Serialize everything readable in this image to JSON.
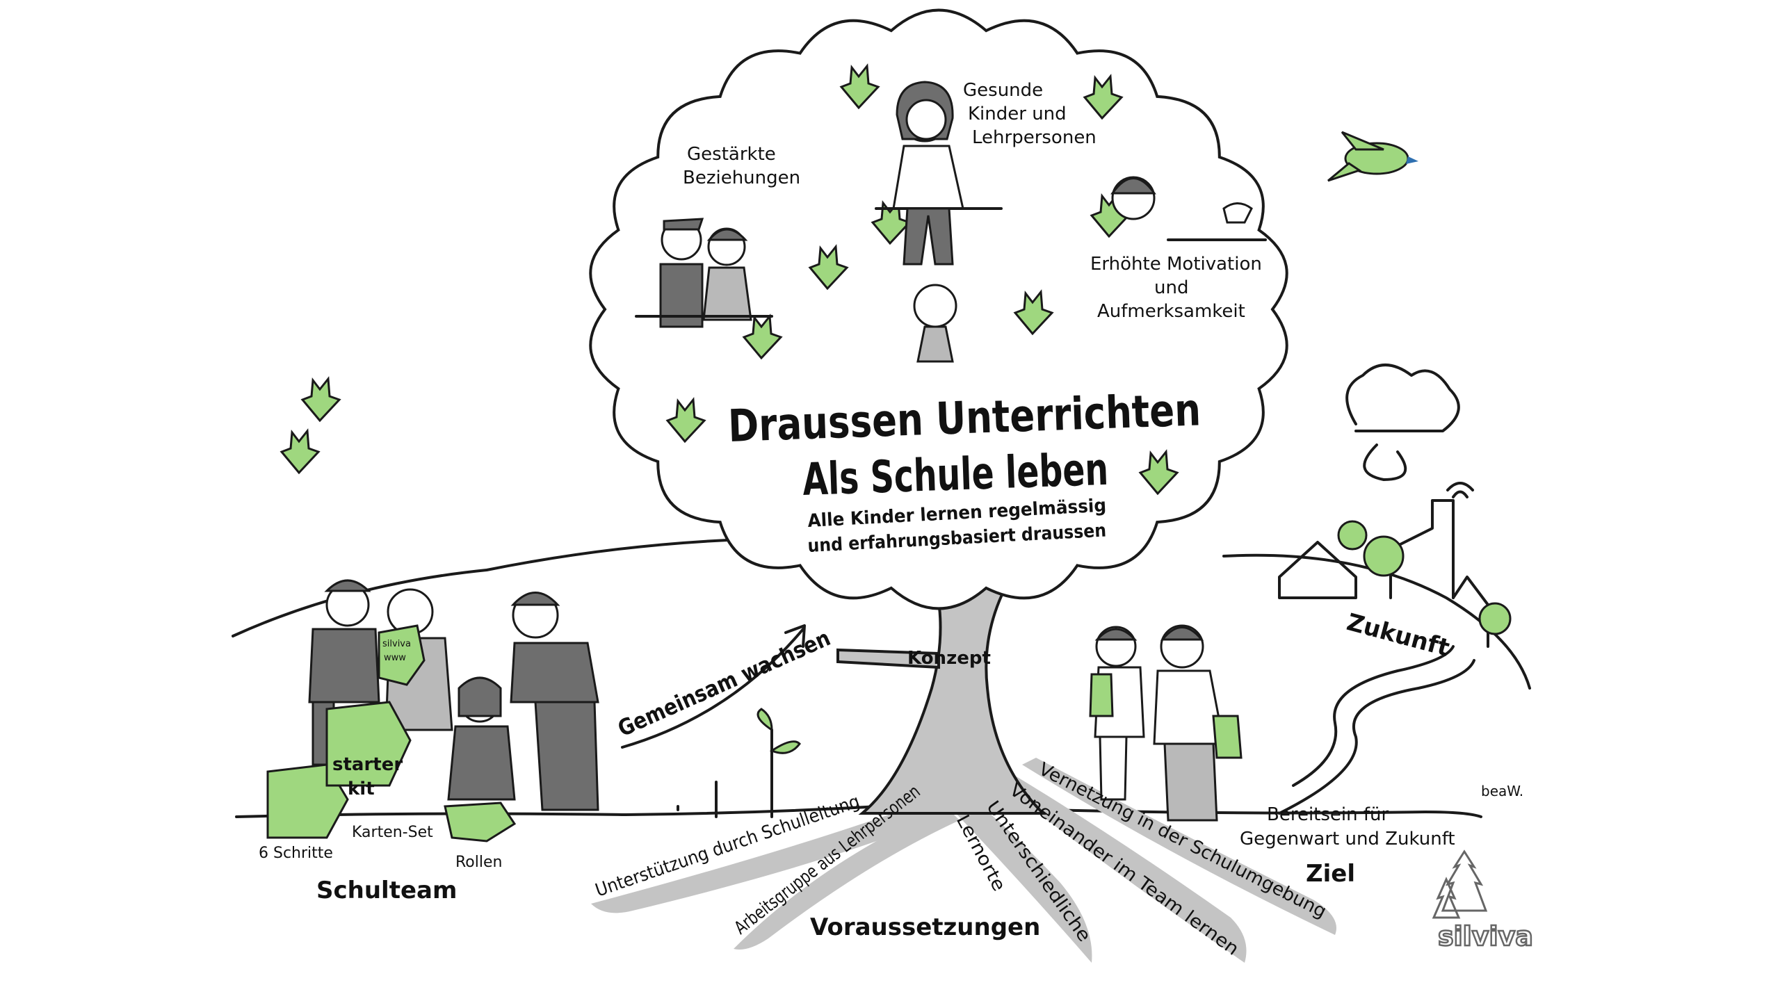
{
  "title": {
    "line1": "Draussen Unterrichten",
    "line2": "Als Schule leben",
    "subtitle1": "Alle Kinder lernen regelmässig",
    "subtitle2": "und erfahrungsbasiert draussen"
  },
  "crown": {
    "health": [
      "Gesunde",
      "Kinder und",
      "Lehrpersonen"
    ],
    "relations": [
      "Gestärkte",
      "Beziehungen"
    ],
    "motivation": [
      "Erhöhte Motivation",
      "und",
      "Aufmerksamkeit"
    ]
  },
  "trunk": {
    "label": "Konzept"
  },
  "roots": {
    "heading": "Voraussetzungen",
    "items": [
      "Unterstützung durch Schulleitung",
      "Arbeitsgruppe aus Lehrpersonen",
      "Unterschiedliche",
      "Lernorte",
      "Voneinander im Team lernen",
      "Vernetzung in der Schulumgebung"
    ]
  },
  "left": {
    "growth": "Gemeinsam wachsen",
    "heading": "Schulteam",
    "steps": "6 Schritte",
    "cards": "Karten-Set",
    "roles": "Rollen",
    "kit": [
      "starter",
      "kit"
    ],
    "card_text": [
      "silviva",
      "www"
    ]
  },
  "right": {
    "future": "Zukunft",
    "goal_text": [
      "Bereitsein für",
      "Gegenwart und Zukunft"
    ],
    "heading": "Ziel"
  },
  "signature": "beaW.",
  "logo": "silviva",
  "colors": {
    "leaf": "#9fd77f",
    "root": "#c4c4c4",
    "ink": "#1a1a1a"
  }
}
